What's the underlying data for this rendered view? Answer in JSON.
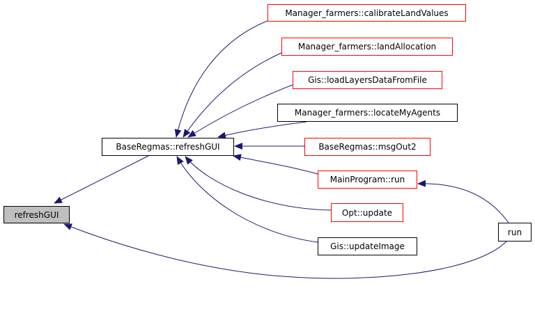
{
  "graph": {
    "nodes": {
      "refreshGUI": {
        "label": "refreshGUI",
        "style": "current"
      },
      "base_refresh": {
        "label": "BaseRegmas::refreshGUI",
        "style": "black"
      },
      "calibrate": {
        "label": "Manager_farmers::calibrateLandValues",
        "style": "red"
      },
      "landAlloc": {
        "label": "Manager_farmers::landAllocation",
        "style": "red"
      },
      "loadLayers": {
        "label": "Gis::loadLayersDataFromFile",
        "style": "red"
      },
      "locateAgents": {
        "label": "Manager_farmers::locateMyAgents",
        "style": "black"
      },
      "msgOut2": {
        "label": "BaseRegmas::msgOut2",
        "style": "red"
      },
      "mainRun": {
        "label": "MainProgram::run",
        "style": "red"
      },
      "optUpdate": {
        "label": "Opt::update",
        "style": "red"
      },
      "updateImage": {
        "label": "Gis::updateImage",
        "style": "black"
      },
      "run": {
        "label": "run",
        "style": "black"
      }
    },
    "edges": [
      {
        "from": "base_refresh",
        "to": "refreshGUI"
      },
      {
        "from": "run",
        "to": "refreshGUI"
      },
      {
        "from": "calibrate",
        "to": "base_refresh"
      },
      {
        "from": "landAlloc",
        "to": "base_refresh"
      },
      {
        "from": "loadLayers",
        "to": "base_refresh"
      },
      {
        "from": "locateAgents",
        "to": "base_refresh"
      },
      {
        "from": "msgOut2",
        "to": "base_refresh"
      },
      {
        "from": "mainRun",
        "to": "base_refresh"
      },
      {
        "from": "optUpdate",
        "to": "base_refresh"
      },
      {
        "from": "updateImage",
        "to": "base_refresh"
      },
      {
        "from": "run",
        "to": "mainRun"
      }
    ],
    "colors": {
      "edge": "#191970",
      "red_border": "#ff0000",
      "current_fill": "#bfbfbf"
    }
  }
}
